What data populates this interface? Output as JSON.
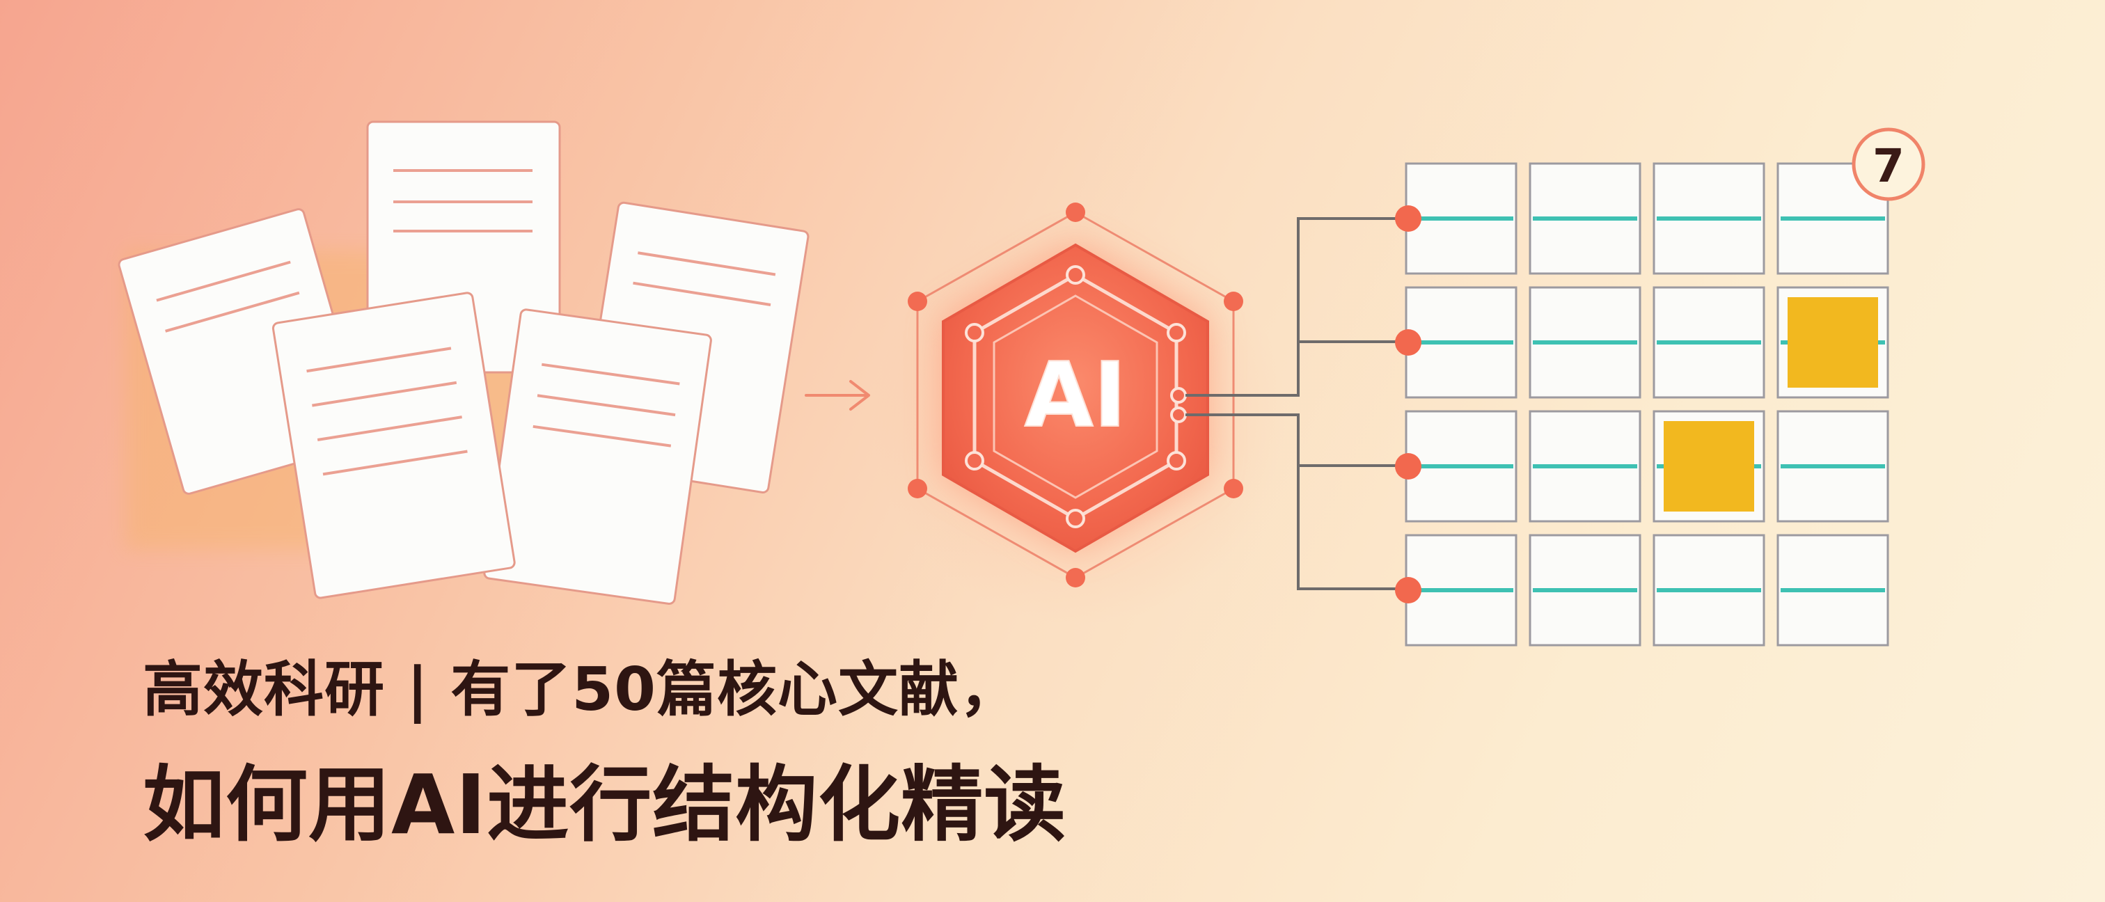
{
  "headline": {
    "line1": "高效科研 | 有了50篇核心文献，",
    "line2": "如何用AI进行结构化精读"
  },
  "hub": {
    "label": "AI"
  },
  "grid": {
    "badge": "7",
    "rows": 4,
    "cols": 4,
    "highlighted_cells": [
      [
        1,
        3
      ],
      [
        2,
        2
      ]
    ]
  },
  "icons": [
    "document-stack-icon",
    "arrow-right-icon",
    "ai-hexagon-icon",
    "matrix-grid-icon",
    "numbered-badge-icon"
  ],
  "colors": {
    "accent": "#f2684e",
    "teal": "#3ec1b3",
    "yellow": "#f2b81f",
    "title": "#2e1512"
  }
}
